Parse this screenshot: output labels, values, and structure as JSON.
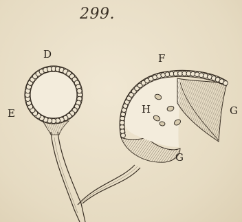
{
  "plate": {
    "page_number": "299.",
    "labels": {
      "d": "D",
      "e": "E",
      "f": "F",
      "g_right": "G",
      "g_bottom": "G",
      "h": "H"
    }
  },
  "colors": {
    "paper": "#e9dfc8",
    "ink": "#2b241c"
  }
}
